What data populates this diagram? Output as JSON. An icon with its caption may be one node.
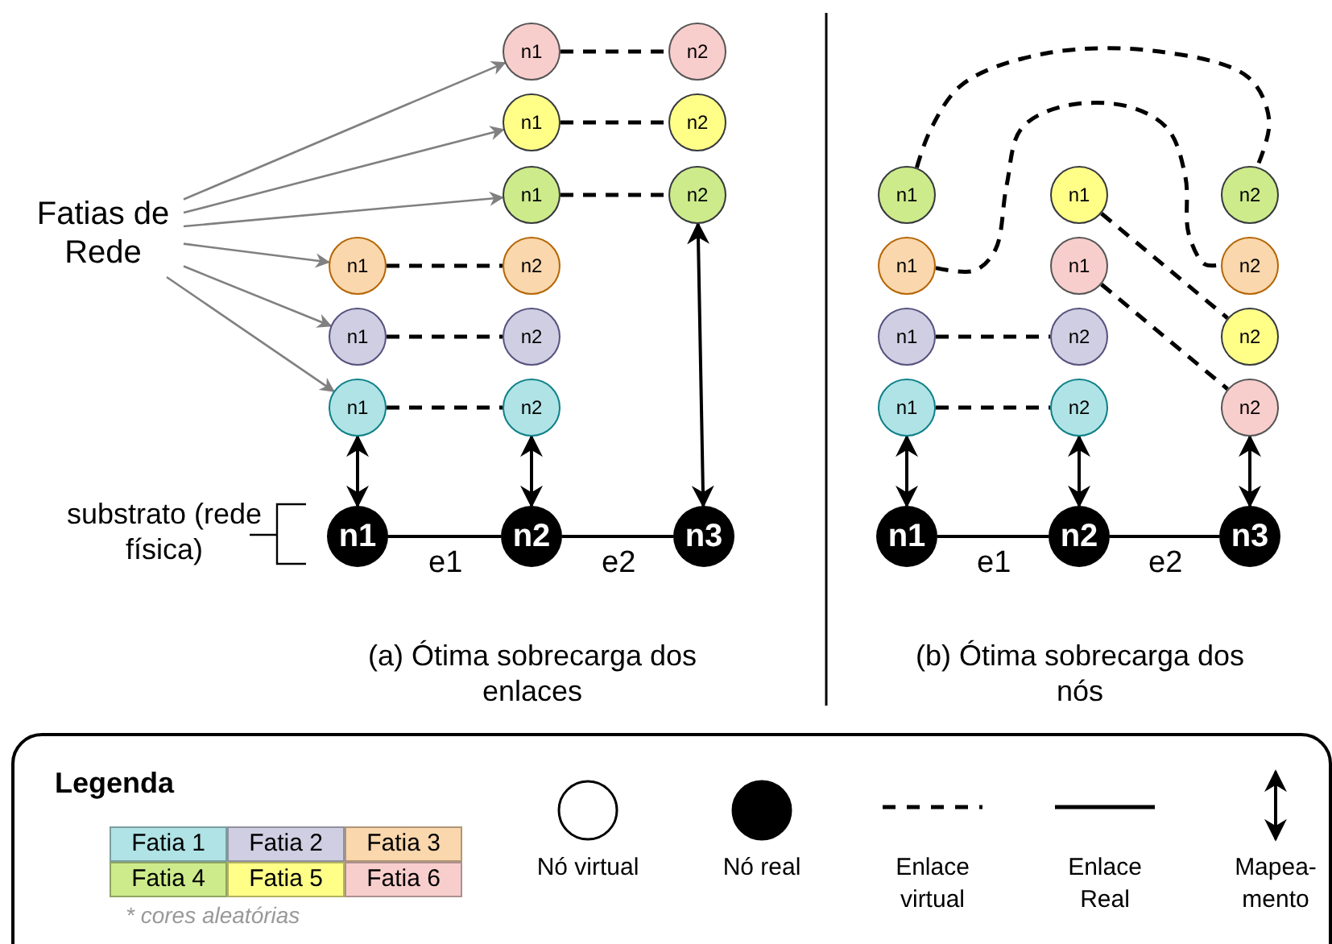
{
  "diagram": {
    "nodes": [
      {
        "text": [
          "Fatias de Rede"
        ]
      },
      {
        "text": [
          "n1"
        ]
      },
      {
        "text": [
          "n2"
        ]
      },
      {
        "text": [
          "n1"
        ]
      },
      {
        "text": [
          "n2"
        ]
      },
      {
        "text": [
          "n1"
        ]
      },
      {
        "text": [
          "n2"
        ]
      },
      {
        "text": [
          "n1"
        ]
      },
      {
        "text": [
          "n2"
        ]
      },
      {
        "text": [
          "n1"
        ]
      },
      {
        "text": [
          "n2"
        ]
      },
      {
        "text": [
          "n1"
        ]
      },
      {
        "text": [
          "n2"
        ]
      },
      {
        "text": [
          "n1"
        ]
      },
      {
        "text": [
          "n2"
        ]
      },
      {
        "text": [
          "n3"
        ]
      },
      {
        "text": [
          "n1"
        ]
      },
      {
        "text": [
          "n1"
        ]
      },
      {
        "text": [
          "n2"
        ]
      },
      {
        "text": [
          "n1"
        ]
      },
      {
        "text": [
          "n1"
        ]
      },
      {
        "text": [
          "n2"
        ]
      },
      {
        "text": [
          "n1"
        ]
      },
      {
        "text": [
          "n2"
        ]
      },
      {
        "text": [
          "n2"
        ]
      },
      {
        "text": [
          "n1"
        ]
      },
      {
        "text": [
          "n2"
        ]
      },
      {
        "text": [
          "n2"
        ]
      },
      {
        "text": [
          "n1"
        ]
      },
      {
        "text": [
          "n2"
        ]
      },
      {
        "text": [
          "n3"
        ]
      }
    ],
    "edges": [
      {
        "from": 0,
        "to": 1,
        "arrow": "to",
        "color": "#808080"
      },
      {
        "from": 0,
        "to": 3,
        "arrow": "to",
        "color": "#808080"
      },
      {
        "from": 0,
        "to": 5,
        "arrow": "to",
        "color": "#808080"
      },
      {
        "from": 0,
        "to": 7,
        "arrow": "to",
        "color": "#808080"
      },
      {
        "from": 0,
        "to": 9,
        "arrow": "to",
        "color": "#808080"
      },
      {
        "from": 0,
        "to": 11,
        "arrow": "to",
        "color": "#808080"
      },
      {
        "from": 1,
        "to": 2,
        "arrow": "none",
        "style": "dashed"
      },
      {
        "from": 3,
        "to": 4,
        "arrow": "none",
        "style": "dashed"
      },
      {
        "from": 5,
        "to": 6,
        "arrow": "none",
        "style": "dashed"
      },
      {
        "from": 7,
        "to": 8,
        "arrow": "none",
        "style": "dashed"
      },
      {
        "from": 9,
        "to": 10,
        "arrow": "none",
        "style": "dashed"
      },
      {
        "from": 11,
        "to": 12,
        "arrow": "none",
        "style": "dashed"
      },
      {
        "from": 11,
        "to": 13,
        "arrow": "both"
      },
      {
        "from": 12,
        "to": 14,
        "arrow": "both"
      },
      {
        "from": 6,
        "to": 15,
        "arrow": "both"
      },
      {
        "from": 13,
        "to": 14,
        "arrow": "none",
        "label": "e1"
      },
      {
        "from": 14,
        "to": 15,
        "arrow": "none",
        "label": "e2"
      },
      {
        "from": 16,
        "to": 18,
        "arrow": "none",
        "style": "dashed"
      },
      {
        "from": 19,
        "to": 21,
        "arrow": "none",
        "style": "dashed"
      },
      {
        "from": 17,
        "to": 24,
        "arrow": "none",
        "style": "dashed"
      },
      {
        "from": 20,
        "to": 27,
        "arrow": "none",
        "style": "dashed"
      },
      {
        "from": 22,
        "to": 23,
        "arrow": "none",
        "style": "dashed"
      },
      {
        "from": 25,
        "to": 26,
        "arrow": "none",
        "style": "dashed"
      },
      {
        "from": 25,
        "to": 28,
        "arrow": "both"
      },
      {
        "from": 26,
        "to": 29,
        "arrow": "both"
      },
      {
        "from": 27,
        "to": 30,
        "arrow": "both"
      },
      {
        "from": 28,
        "to": 29,
        "arrow": "none",
        "label": "e1"
      },
      {
        "from": 29,
        "to": 30,
        "arrow": "none",
        "label": "e2"
      }
    ],
    "labels": [
      "substrato (rede física)",
      "(a) Ótima sobrecarga dos enlaces",
      "(b) Ótima sobrecarga dos nós",
      "Legenda",
      "* cores aleatórias"
    ],
    "legend": [
      {
        "text": "Fatia 1",
        "color": "#b0e3e6"
      },
      {
        "text": "Fatia 2",
        "color": "#d0cee2"
      },
      {
        "text": "Fatia 3",
        "color": "#fad7ac"
      },
      {
        "text": "Fatia 4",
        "color": "#cdeb8b"
      },
      {
        "text": "Fatia 5",
        "color": "#ffff88"
      },
      {
        "text": "Fatia 6",
        "color": "#f8cecc"
      },
      {
        "text": "Nó virtual"
      },
      {
        "text": "Nó real"
      },
      {
        "text": "Enlace virtual"
      },
      {
        "text": "Enlace Real"
      },
      {
        "text": "Mapea- mento"
      }
    ]
  }
}
